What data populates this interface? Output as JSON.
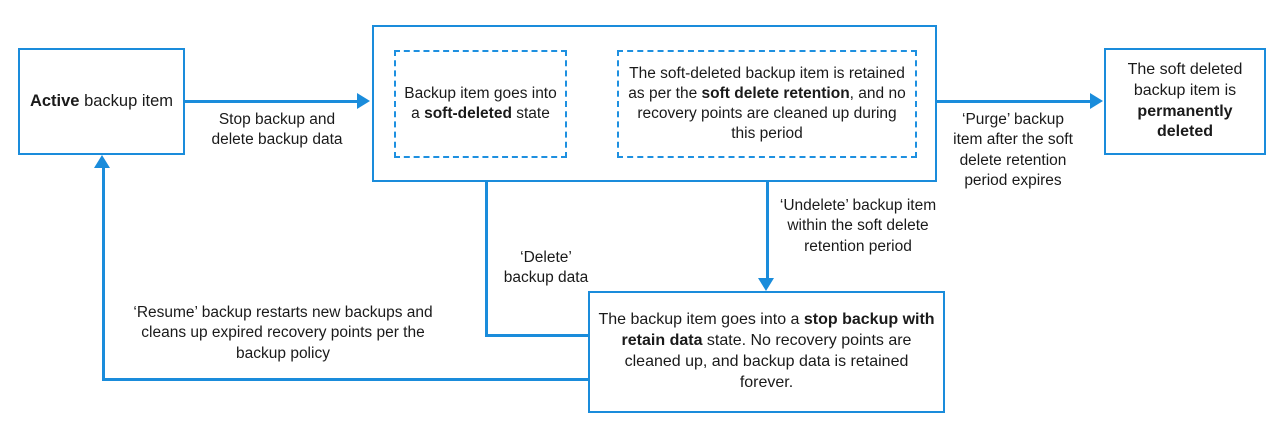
{
  "diagram": {
    "title": "Azure Backup soft delete lifecycle flow",
    "accent_color": "#1a8cdb",
    "dashed_color": "#1e90e0",
    "text_color": "#1a1a1a",
    "background": "#ffffff"
  },
  "nodes": {
    "active_item": {
      "name": "active-backup-item",
      "text_bold": "Active",
      "text_rest": " backup item",
      "full_text": "Active backup item"
    },
    "soft_deleted_state": {
      "name": "soft-deleted-state",
      "part1": "Backup item goes into a ",
      "bold1": "soft-deleted",
      "part2": " state",
      "full_text": "Backup item goes into a soft-deleted state"
    },
    "soft_delete_retention": {
      "name": "soft-delete-retention",
      "part1": "The soft-deleted backup item is retained as per the ",
      "bold1": "soft delete retention",
      "part2": ", and no recovery points are cleaned up during this period",
      "full_text": "The soft-deleted backup item is retained as per the soft delete retention, and no recovery points are cleaned up during this period"
    },
    "permanently_deleted": {
      "name": "permanently-deleted-item",
      "part1": "The soft deleted backup item is ",
      "bold1": "permanently deleted",
      "full_text": "The soft deleted backup item is permanently deleted"
    },
    "stop_backup_retain_data": {
      "name": "stop-backup-with-retain-data",
      "part1": "The backup item goes into a ",
      "bold1": "stop backup with retain data",
      "part2": " state. No recovery points are cleaned up, and backup data is retained forever.",
      "full_text": "The backup item goes into a stop backup with retain data state. No recovery points are cleaned up, and backup data is retained forever."
    }
  },
  "edge_labels": {
    "stop_and_delete": "Stop backup and delete  backup data",
    "purge": "‘Purge’ backup item after the soft delete retention period expires",
    "undelete": "‘Undelete’ backup item within the soft delete retention period",
    "delete_backup_data": "‘Delete’ backup data",
    "resume": "‘Resume’ backup restarts new backups and cleans up expired recovery points per the backup policy"
  }
}
